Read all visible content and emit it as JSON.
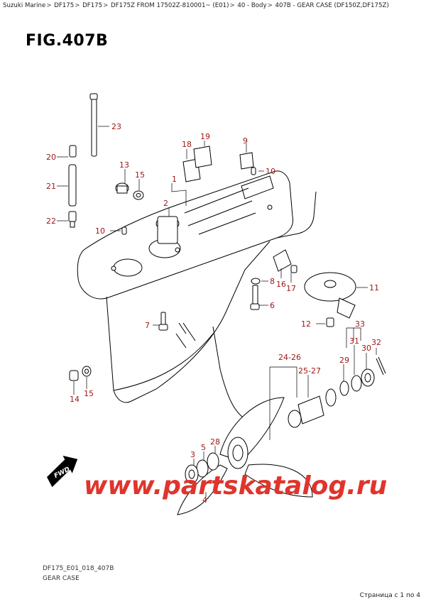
{
  "breadcrumb": {
    "items": [
      "Suzuki Marine",
      "DF175",
      "DF175",
      "DF175Z FROM 17502Z-810001~ (E01)",
      "40 - Body",
      "407B - GEAR CASE (DF150Z,DF175Z)"
    ],
    "separator": ">"
  },
  "figure": {
    "title": "FIG.407B",
    "code": "DF175_E01_018_407B",
    "caption": "GEAR CASE"
  },
  "callouts": {
    "c1": "1",
    "c2": "2",
    "c3": "3",
    "c4": "4",
    "c5": "5",
    "c6": "6",
    "c7": "7",
    "c8": "8",
    "c9": "9",
    "c10a": "10",
    "c10b": "10",
    "c11": "11",
    "c12": "12",
    "c13": "13",
    "c14": "14",
    "c15a": "15",
    "c15b": "15",
    "c16": "16",
    "c17": "17",
    "c18": "18",
    "c19": "19",
    "c20": "20",
    "c21": "21",
    "c22": "22",
    "c23": "23",
    "c24_26": "24-26",
    "c25_27": "25-27",
    "c28": "28",
    "c29": "29",
    "c30": "30",
    "c31": "31",
    "c32": "32",
    "c33": "33"
  },
  "watermark": "www.partskatalog.ru",
  "fwd_badge": "FWD",
  "pager": "Страница с 1 по 4",
  "colors": {
    "callout": "#a01818",
    "watermark": "#e0342c"
  }
}
